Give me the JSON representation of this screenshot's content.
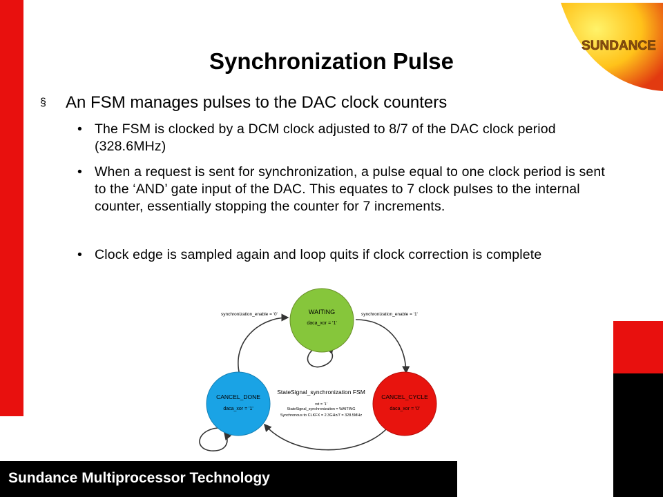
{
  "slide": {
    "title": "Synchronization Pulse",
    "bullet": "An FSM manages pulses to the DAC clock counters",
    "bullet_marker": "§",
    "sub_bullets": [
      "The FSM is clocked by a DCM clock adjusted to 8/7 of the DAC clock period (328.6MHz)",
      "When a request is sent for synchronization, a pulse equal to one clock period is sent to the ‘AND’ gate input of the DAC. This equates to 7 clock pulses to the internal counter, essentially stopping the counter for 7 increments.",
      "Clock edge is sampled again and loop quits if clock correction is complete"
    ],
    "footer": "Sundance Multiprocessor Technology",
    "logo_text": "SUNDANCE"
  },
  "diagram": {
    "fsm_title": "StateSignal_synchronization FSM",
    "states": [
      {
        "name": "WAITING",
        "output": "daca_xor = '1'",
        "color": "#86c63b"
      },
      {
        "name": "CANCEL_DONE",
        "output": "daca_xor = '1'",
        "color": "#1aa3e5"
      },
      {
        "name": "CANCEL_CYCLE",
        "output": "daca_xor = '0'",
        "color": "#e8140e"
      }
    ],
    "labels": {
      "left_transition": "synchronization_enable = '0'",
      "right_transition": "synchronization_enable = '1'",
      "rst": "rst = '1'",
      "reset_state": "StateSignal_synchronization = WAITING",
      "clock_note": "Synchronous to CLKFX = 2.3GHz/7 = 328.5MHz"
    }
  },
  "colors": {
    "accent_red": "#e8100e",
    "black": "#000000"
  }
}
